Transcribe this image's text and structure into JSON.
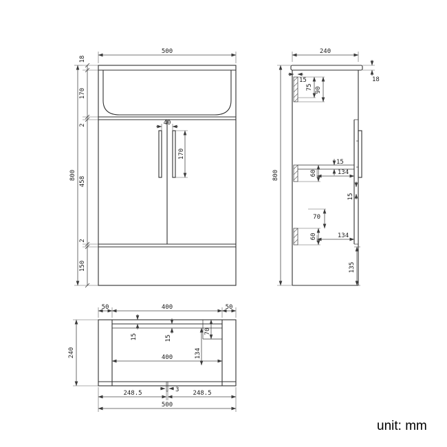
{
  "unit_label": "unit: mm",
  "front": {
    "dim_width": "500",
    "dim_18": "18",
    "dim_170": "170",
    "dim_gap_top": "2",
    "dim_458": "458",
    "dim_gap_bottom": "2",
    "dim_150": "150",
    "dim_height": "800",
    "dim_handle_gap": "40",
    "dim_handle_length": "170"
  },
  "side": {
    "dim_depth": "240",
    "dim_height": "800",
    "dim_top_thickness": "18",
    "dim_back_15": "15",
    "dim_75": "75",
    "dim_90": "90",
    "dim_shelf_15": "15",
    "dim_upper_134": "134",
    "dim_upper_60": "60",
    "dim_door_15": "15",
    "dim_70": "70",
    "dim_lower_134": "134",
    "dim_lower_60": "60",
    "dim_135": "135"
  },
  "plan": {
    "dim_50_left": "50",
    "dim_400_top": "400",
    "dim_50_right": "50",
    "dim_depth": "240",
    "dim_15_a": "15",
    "dim_15_b": "15",
    "dim_70": "70",
    "dim_400_inner": "400",
    "dim_134": "134",
    "dim_gap_3": "3",
    "dim_248_left": "248.5",
    "dim_248_right": "248.5",
    "dim_width": "500"
  }
}
